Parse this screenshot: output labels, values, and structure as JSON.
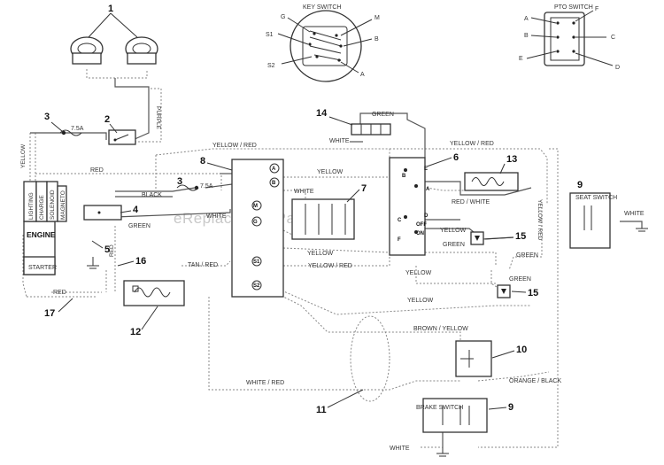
{
  "watermark": "eReplacementParts.com",
  "callouts": [
    "1",
    "2",
    "3",
    "4",
    "5",
    "6",
    "7",
    "8",
    "9",
    "10",
    "11",
    "12",
    "13",
    "14",
    "15",
    "16",
    "17",
    "3",
    "15",
    "9"
  ],
  "key_switch": {
    "title": "KEY SWITCH",
    "terminals": [
      "G",
      "M",
      "S1",
      "B",
      "S2",
      "A"
    ]
  },
  "pto_switch": {
    "title": "PTO SWITCH",
    "terminals": [
      "A",
      "F",
      "B",
      "C",
      "E",
      "D"
    ]
  },
  "components": {
    "engine": "ENGINE",
    "engine_terminals": [
      "LIGHTING",
      "CHARGE",
      "SOLENOID",
      "MAGNETO"
    ],
    "starter": "STARTER",
    "seat_switch": "SEAT SWITCH",
    "brake_switch": "BRAKE SWITCH",
    "fuse_1": "7.5A",
    "fuse_2": "7.5A"
  },
  "key_switch_terms": [
    "A",
    "B",
    "M",
    "G",
    "S1",
    "S2"
  ],
  "pto_terms": [
    "E",
    "B",
    "A",
    "C",
    "D",
    "OFF",
    "ON",
    "F"
  ],
  "wire_labels": {
    "purple": "PURPLE",
    "yellow_left": "YELLOW",
    "red_top": "RED",
    "yellow_red_top": "YELLOW / RED",
    "green_top": "GREEN",
    "white_14": "WHITE",
    "yellow_red_right": "YELLOW / RED",
    "black": "BLACK",
    "yellow_mid": "YELLOW",
    "white_mid": "WHITE",
    "red_white": "RED / WHITE",
    "yellow_red_vert": "YELLOW / RED",
    "white_seat": "WHITE",
    "white_left": "WHITE",
    "green_left": "GREEN",
    "yellow_center": "YELLOW",
    "yellow_red_center": "YELLOW / RED",
    "yellow_pto": "YELLOW",
    "green_pto": "GREEN",
    "green_right": "GREEN",
    "yellow_lower": "YELLOW",
    "green_diode": "GREEN",
    "tan_red": "TAN / RED",
    "red_vert": "RED",
    "red_low": "RED",
    "yellow_bottom": "YELLOW",
    "brown_yellow": "BROWN / YELLOW",
    "orange_black": "ORANGE / BLACK",
    "white_red": "WHITE / RED",
    "white_bottom": "WHITE"
  }
}
